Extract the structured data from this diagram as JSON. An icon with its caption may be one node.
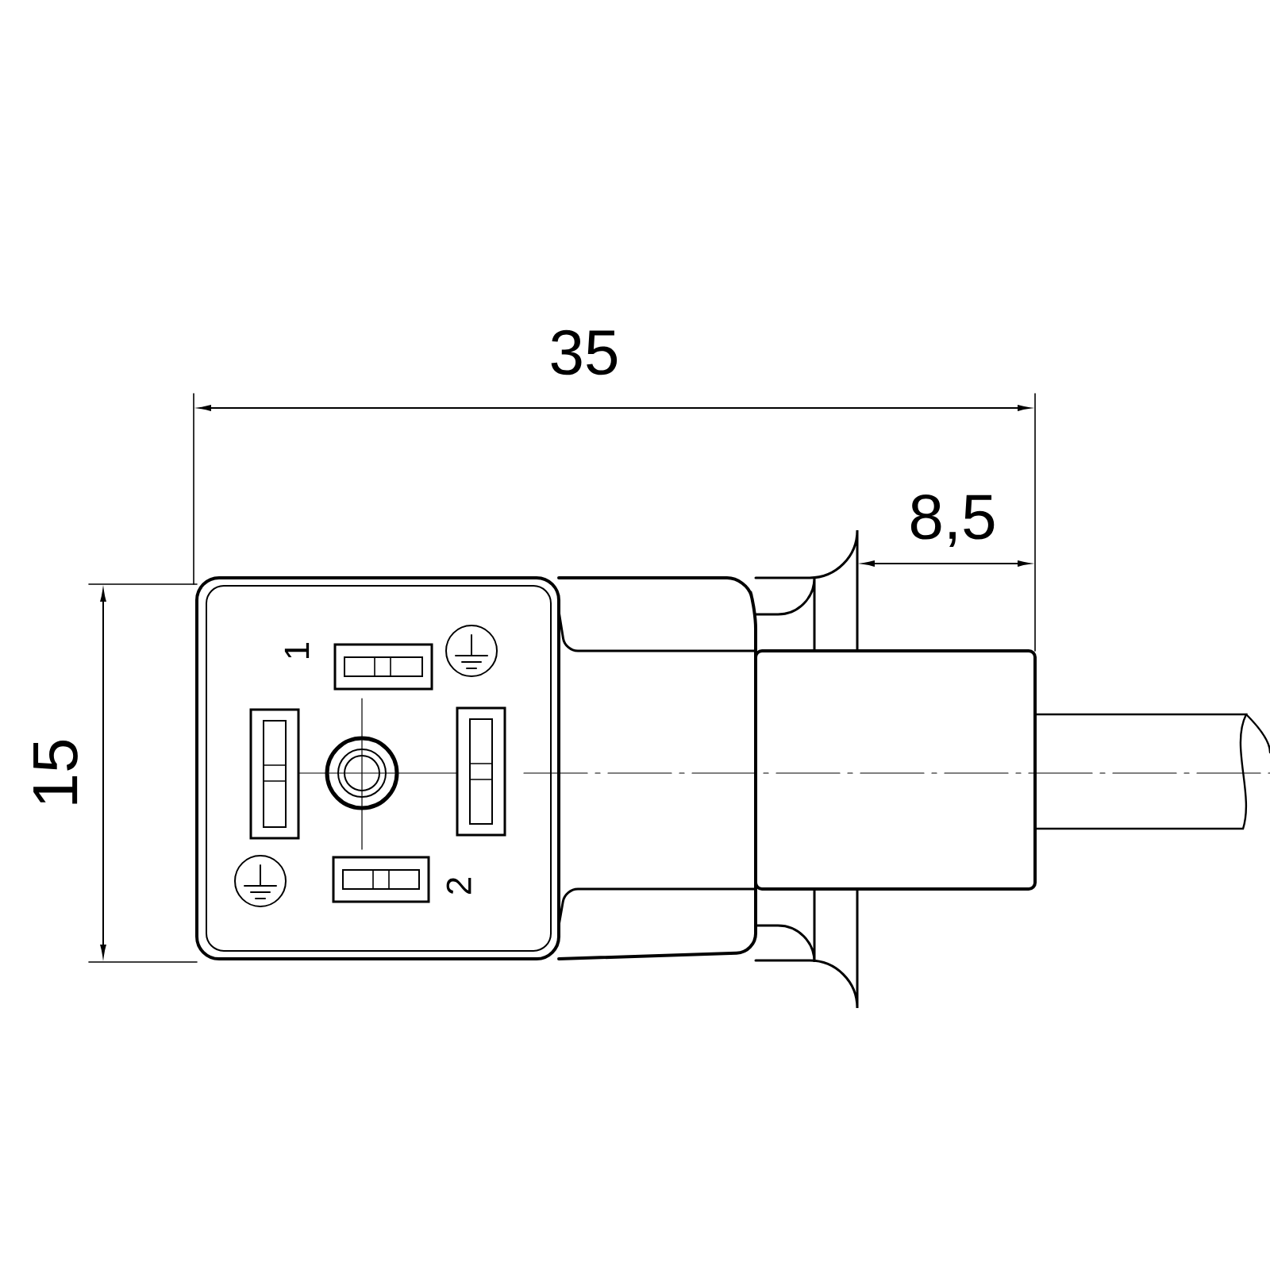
{
  "diagram": {
    "labels": [
      "35",
      "8,5",
      "15",
      "1",
      "2"
    ]
  }
}
